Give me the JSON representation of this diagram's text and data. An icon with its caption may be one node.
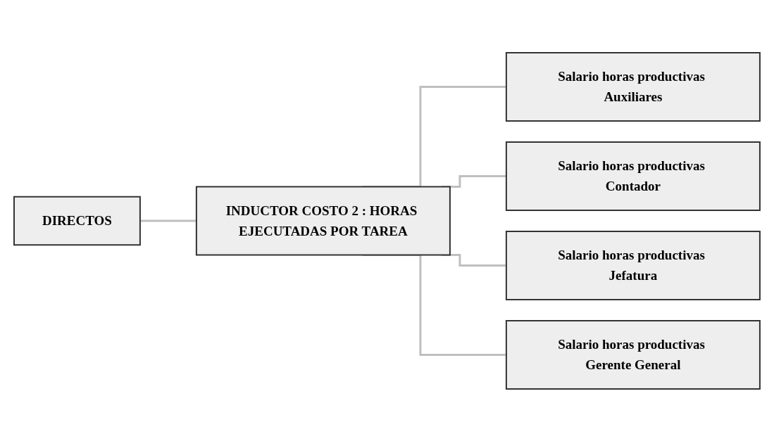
{
  "diagram": {
    "nodes": [
      {
        "text": [
          "DIRECTOS"
        ]
      },
      {
        "text": [
          "INDUCTOR COSTO 2 : HORAS EJECUTADAS POR TAREA"
        ]
      },
      {
        "text": [
          "Salario horas productivas Auxiliares"
        ]
      },
      {
        "text": [
          "Salario horas productivas Contador"
        ]
      },
      {
        "text": [
          "Salario horas productivas Jefatura"
        ]
      },
      {
        "text": [
          "Salario horas productivas Gerente General"
        ]
      }
    ],
    "edges": [
      {
        "from": 0,
        "to": 1,
        "arrow": "none"
      },
      {
        "from": 1,
        "to": 2,
        "arrow": "none"
      },
      {
        "from": 1,
        "to": 3,
        "arrow": "none"
      },
      {
        "from": 1,
        "to": 4,
        "arrow": "none"
      },
      {
        "from": 1,
        "to": 5,
        "arrow": "none"
      }
    ]
  }
}
